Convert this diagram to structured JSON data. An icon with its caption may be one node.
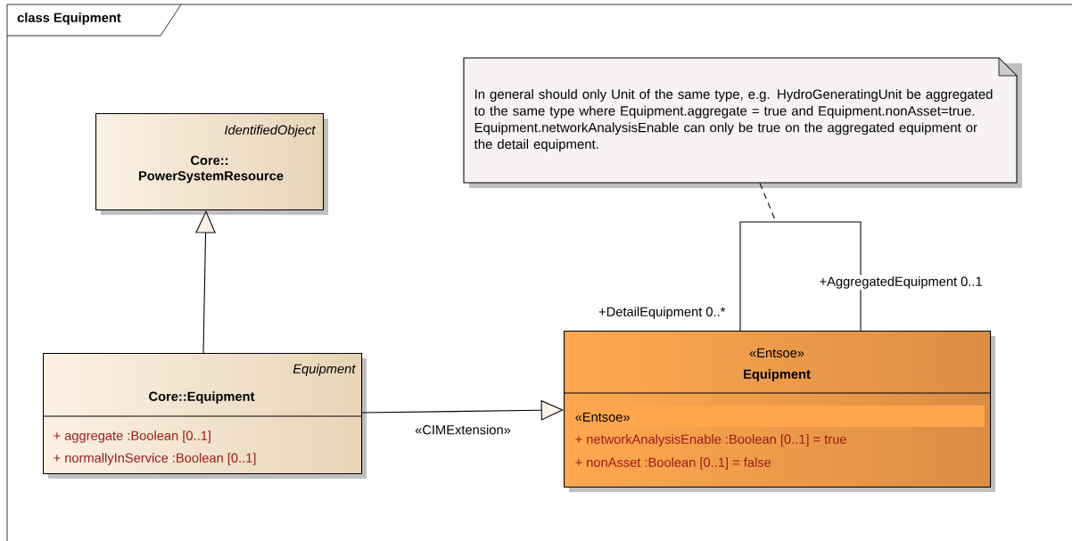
{
  "diagram": {
    "title": "class Equipment",
    "nodes": [
      {
        "text": [
          "IdentifiedObject",
          "Core:: PowerSystemResource"
        ]
      },
      {
        "text": [
          "Equipment",
          "Core::Equipment",
          "+ aggregate :Boolean [0..1]",
          "+ normallyInService :Boolean [0..1]"
        ]
      },
      {
        "text": [
          "«Entsoe»",
          "Equipment",
          "«Entsoe»",
          "+ networkAnalysisEnable :Boolean [0..1] = true",
          "+ nonAsset :Boolean [0..1] = false"
        ]
      },
      {
        "text": [
          "In general should only Unit of the same type, e.g. HydroGeneratingUnit be aggregated to the same type where Equipment.aggregate = true and Equipment.nonAsset=true. Equipment.networkAnalysisEnable can only be true on the aggregated equipment or the detail equipment."
        ]
      }
    ],
    "edges": [
      {
        "from": 1,
        "to": 0,
        "arrow": "to"
      },
      {
        "from": 1,
        "to": 2,
        "arrow": "to",
        "label": "«CIMExtension»"
      },
      {
        "from": 2,
        "to": 2,
        "arrow": "none"
      },
      {
        "from": 3,
        "to": null,
        "arrow": "none",
        "style": "dashed"
      }
    ],
    "labels": [
      "+DetailEquipment 0..*",
      "+AggregatedEquipment 0..1"
    ]
  }
}
